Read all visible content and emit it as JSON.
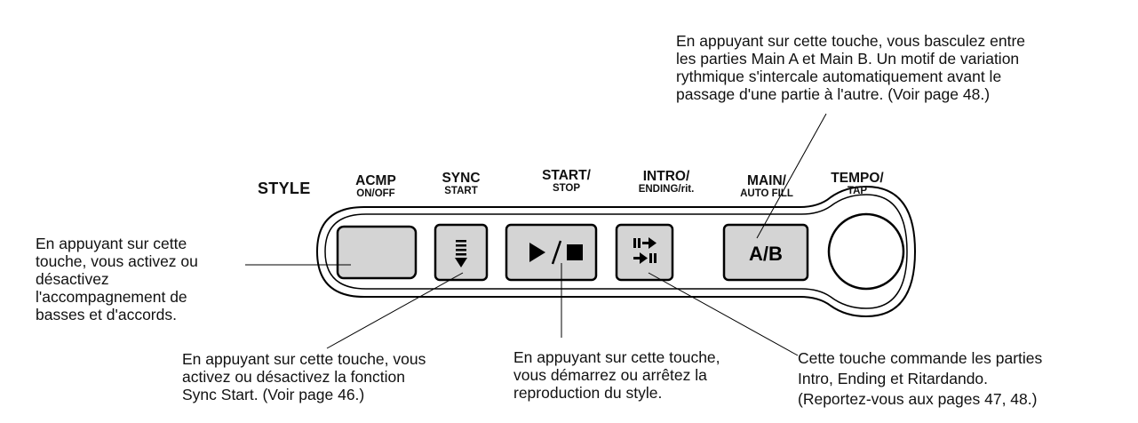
{
  "panel": {
    "group_label": "STYLE",
    "buttons": [
      {
        "line1": "ACMP",
        "line2": "ON/OFF",
        "face": ""
      },
      {
        "line1": "SYNC",
        "line2": "START",
        "face": ""
      },
      {
        "line1": "START/",
        "line2": "STOP",
        "face": "▶/■"
      },
      {
        "line1": "INTRO/",
        "line2": "ENDING/rit.",
        "face": ""
      },
      {
        "line1": "MAIN/",
        "line2": "AUTO FILL",
        "face": "A/B"
      },
      {
        "line1": "TEMPO/",
        "line2": "TAP",
        "face": ""
      }
    ]
  },
  "callouts": {
    "ab": "En appuyant sur cette touche, vous basculez entre\nles parties Main A et Main B. Un motif de variation\nrythmique s'intercale automatiquement avant le\npassage d'une partie à l'autre. (Voir page 48.)",
    "acmp": "En appuyant sur cette\ntouche, vous activez ou\ndésactivez\nl'accompagnement de\nbasses et d'accords.",
    "sync": "En appuyant sur cette touche, vous\nactivez ou désactivez la fonction\nSync Start. (Voir page 46.)",
    "start": "En appuyant sur cette touche,\nvous démarrez ou arrêtez la\nreproduction du style.",
    "intro": "Cette touche commande les parties\nIntro, Ending et Ritardando.\n(Reportez-vous aux pages 47, 48.)"
  },
  "colors": {
    "key_fill": "#d4d4d4",
    "outline": "#000000"
  }
}
